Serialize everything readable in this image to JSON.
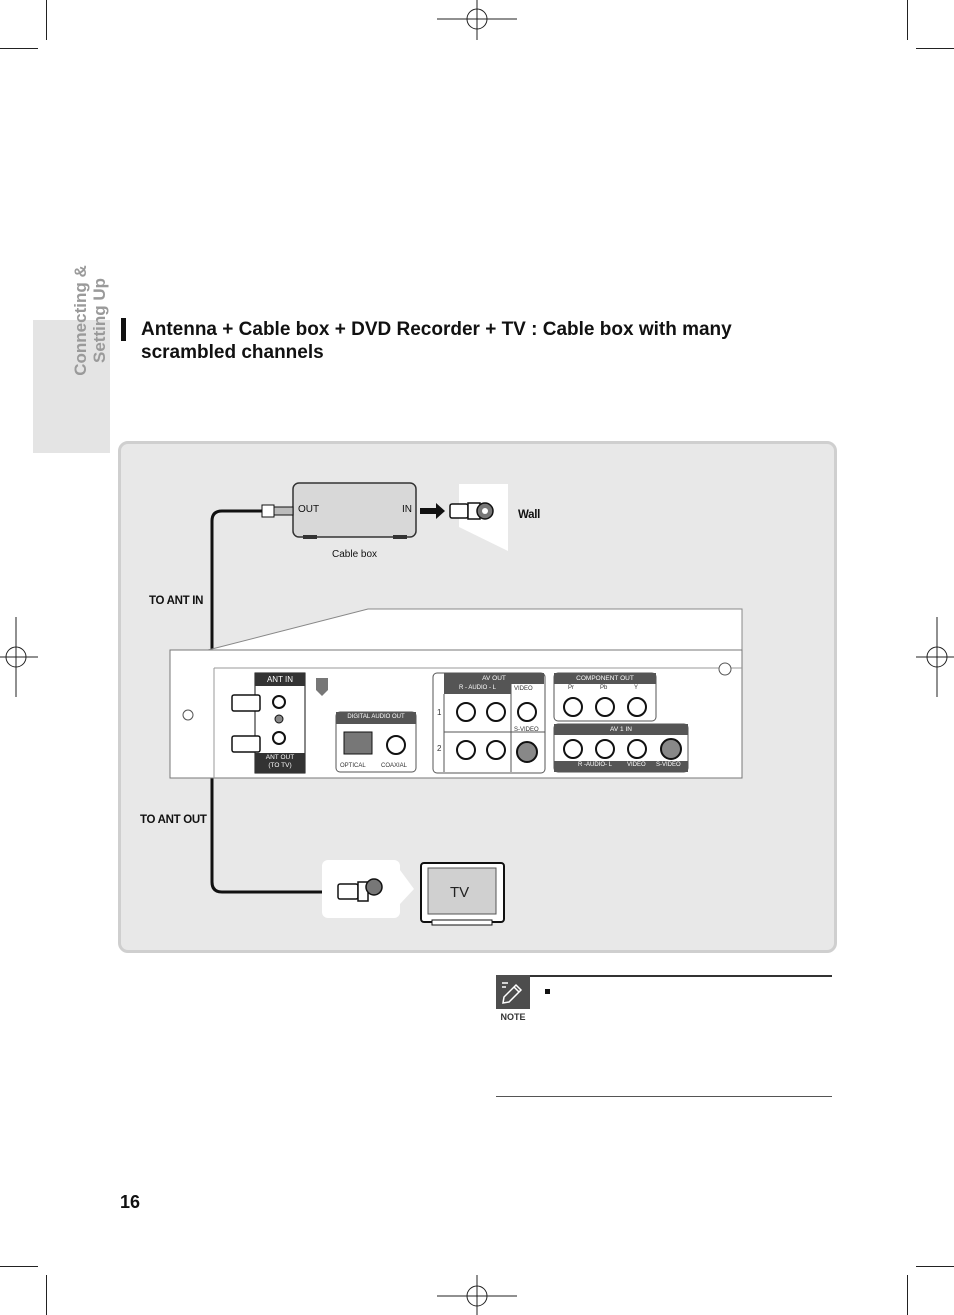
{
  "sidebar": {
    "section_line1": "Connecting &",
    "section_line2": "Setting Up"
  },
  "heading": {
    "title": "Antenna + Cable box + DVD Recorder + TV : Cable box with many scrambled channels"
  },
  "diagram": {
    "cable_box": {
      "out_label": "OUT",
      "in_label": "IN",
      "caption": "Cable box"
    },
    "wall_label": "Wall",
    "to_ant_in": "TO ANT IN",
    "to_ant_out": "TO ANT OUT",
    "tv_label": "TV",
    "recorder": {
      "ant_in": "ANT IN",
      "ant_out_line1": "ANT OUT",
      "ant_out_line2": "(TO TV)",
      "digital_audio_out": "DIGITAL AUDIO OUT",
      "optical": "OPTICAL",
      "coaxial": "COAXIAL",
      "av_out": "AV OUT",
      "audio_lr": "R - AUDIO - L",
      "video": "VIDEO",
      "s_video": "S-VIDEO",
      "row1": "1",
      "row2": "2",
      "component_out": "COMPONENT OUT",
      "comp_pr": "Pr",
      "comp_pb": "Pb",
      "comp_y": "Y",
      "av1_in": "AV 1 IN",
      "av1_audio": "R -AUDIO- L",
      "av1_video": "VIDEO",
      "av1_svideo": "S-VIDEO"
    }
  },
  "note": {
    "label": "NOTE",
    "icon": "pencil-note-icon"
  },
  "footer": {
    "page_number": "16"
  }
}
